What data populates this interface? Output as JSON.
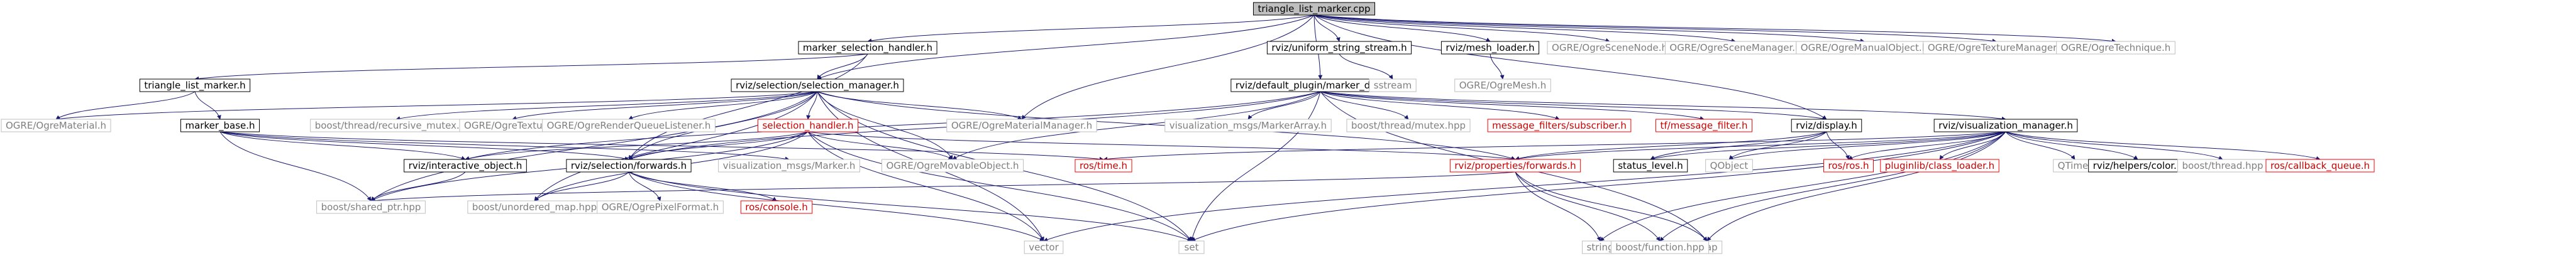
{
  "graph": {
    "colors": {
      "background": "#ffffff",
      "edge": "#191970",
      "text_default": "#000000",
      "text_gray": "#7f7f7f",
      "text_red": "#cc0000",
      "border_black": "#000000",
      "border_gray": "#bfbfbf",
      "border_red": "#ff0000",
      "root_fill": "#bfbfbf"
    },
    "nodes": [
      {
        "id": "root",
        "label": "triangle_list_marker.cpp",
        "style": "root"
      },
      {
        "id": "msh",
        "label": "marker_selection_handler.h",
        "style": "black"
      },
      {
        "id": "usstream",
        "label": "rviz/uniform_string_stream.h",
        "style": "black"
      },
      {
        "id": "meshloader",
        "label": "rviz/mesh_loader.h",
        "style": "black"
      },
      {
        "id": "scenenode",
        "label": "OGRE/OgreSceneNode.h",
        "style": "gray"
      },
      {
        "id": "scenemgr",
        "label": "OGRE/OgreSceneManager.h",
        "style": "gray"
      },
      {
        "id": "manualobj",
        "label": "OGRE/OgreManualObject.h",
        "style": "gray"
      },
      {
        "id": "texmgr",
        "label": "OGRE/OgreTextureManager.h",
        "style": "gray"
      },
      {
        "id": "technique",
        "label": "OGRE/OgreTechnique.h",
        "style": "gray"
      },
      {
        "id": "tlmh",
        "label": "triangle_list_marker.h",
        "style": "black"
      },
      {
        "id": "selmgr",
        "label": "rviz/selection/selection_manager.h",
        "style": "black"
      },
      {
        "id": "dmdisplay",
        "label": "rviz/default_plugin/marker_display.h",
        "style": "black"
      },
      {
        "id": "sstream",
        "label": "sstream",
        "style": "gray"
      },
      {
        "id": "ogremesh",
        "label": "OGRE/OgreMesh.h",
        "style": "gray"
      },
      {
        "id": "ogrematerial",
        "label": "OGRE/OgreMaterial.h",
        "style": "gray"
      },
      {
        "id": "markerbase",
        "label": "marker_base.h",
        "style": "black"
      },
      {
        "id": "recmutex",
        "label": "boost/thread/recursive_mutex.hpp",
        "style": "gray"
      },
      {
        "id": "ogretexture",
        "label": "OGRE/OgreTexture.h",
        "style": "gray"
      },
      {
        "id": "renderq",
        "label": "OGRE/OgreRenderQueueListener.h",
        "style": "gray"
      },
      {
        "id": "selhandler",
        "label": "selection_handler.h",
        "style": "red"
      },
      {
        "id": "matmgr",
        "label": "OGRE/OgreMaterialManager.h",
        "style": "gray"
      },
      {
        "id": "vmarkerarray",
        "label": "visualization_msgs/MarkerArray.h",
        "style": "gray"
      },
      {
        "id": "mutexhpp",
        "label": "boost/thread/mutex.hpp",
        "style": "gray"
      },
      {
        "id": "msgfilters",
        "label": "message_filters/subscriber.h",
        "style": "red"
      },
      {
        "id": "tfmsgfilter",
        "label": "tf/message_filter.h",
        "style": "red"
      },
      {
        "id": "rvizdisplay",
        "label": "rviz/display.h",
        "style": "black"
      },
      {
        "id": "vismgr",
        "label": "rviz/visualization_manager.h",
        "style": "black"
      },
      {
        "id": "interactive",
        "label": "rviz/interactive_object.h",
        "style": "black"
      },
      {
        "id": "forwards",
        "label": "rviz/selection/forwards.h",
        "style": "black"
      },
      {
        "id": "vmarker",
        "label": "visualization_msgs/Marker.h",
        "style": "gray"
      },
      {
        "id": "movable",
        "label": "OGRE/OgreMovableObject.h",
        "style": "gray"
      },
      {
        "id": "rostime",
        "label": "ros/time.h",
        "style": "red"
      },
      {
        "id": "propforwards",
        "label": "rviz/properties/forwards.h",
        "style": "red"
      },
      {
        "id": "statuslevel",
        "label": "status_level.h",
        "style": "black"
      },
      {
        "id": "qobject",
        "label": "QObject",
        "style": "gray"
      },
      {
        "id": "rosros",
        "label": "ros/ros.h",
        "style": "red"
      },
      {
        "id": "classloader",
        "label": "pluginlib/class_loader.h",
        "style": "red"
      },
      {
        "id": "qtimer",
        "label": "QTimer",
        "style": "gray"
      },
      {
        "id": "color",
        "label": "rviz/helpers/color.h",
        "style": "black"
      },
      {
        "id": "boostthread",
        "label": "boost/thread.hpp",
        "style": "gray"
      },
      {
        "id": "cbqueue",
        "label": "ros/callback_queue.h",
        "style": "red"
      },
      {
        "id": "sharedptr",
        "label": "boost/shared_ptr.hpp",
        "style": "gray"
      },
      {
        "id": "unorderedmap",
        "label": "boost/unordered_map.hpp",
        "style": "gray"
      },
      {
        "id": "pixelformat",
        "label": "OGRE/OgrePixelFormat.h",
        "style": "gray"
      },
      {
        "id": "rosconsole",
        "label": "ros/console.h",
        "style": "red"
      },
      {
        "id": "vector",
        "label": "vector",
        "style": "gray"
      },
      {
        "id": "set",
        "label": "set",
        "style": "gray"
      },
      {
        "id": "map",
        "label": "map",
        "style": "gray"
      },
      {
        "id": "string",
        "label": "string",
        "style": "gray"
      },
      {
        "id": "boostfunction",
        "label": "boost/function.hpp",
        "style": "gray"
      }
    ],
    "edges": [
      [
        "root",
        "msh"
      ],
      [
        "root",
        "usstream"
      ],
      [
        "root",
        "meshloader"
      ],
      [
        "root",
        "scenenode"
      ],
      [
        "root",
        "scenemgr"
      ],
      [
        "root",
        "manualobj"
      ],
      [
        "root",
        "texmgr"
      ],
      [
        "root",
        "technique"
      ],
      [
        "root",
        "dmdisplay"
      ],
      [
        "root",
        "matmgr"
      ],
      [
        "root",
        "rvizdisplay"
      ],
      [
        "root",
        "selmgr"
      ],
      [
        "msh",
        "tlmh"
      ],
      [
        "msh",
        "selmgr"
      ],
      [
        "msh",
        "forwards"
      ],
      [
        "usstream",
        "sstream"
      ],
      [
        "meshloader",
        "ogremesh"
      ],
      [
        "tlmh",
        "ogrematerial"
      ],
      [
        "tlmh",
        "markerbase"
      ],
      [
        "markerbase",
        "interactive"
      ],
      [
        "markerbase",
        "forwards"
      ],
      [
        "markerbase",
        "sharedptr"
      ],
      [
        "markerbase",
        "vmarker"
      ],
      [
        "markerbase",
        "rostime"
      ],
      [
        "selmgr",
        "ogrematerial"
      ],
      [
        "selmgr",
        "recmutex"
      ],
      [
        "selmgr",
        "ogretexture"
      ],
      [
        "selmgr",
        "renderq"
      ],
      [
        "selmgr",
        "selhandler"
      ],
      [
        "selmgr",
        "matmgr"
      ],
      [
        "selmgr",
        "movable"
      ],
      [
        "selmgr",
        "forwards"
      ],
      [
        "selmgr",
        "propforwards"
      ],
      [
        "selmgr",
        "sharedptr"
      ],
      [
        "selmgr",
        "unorderedmap"
      ],
      [
        "selmgr",
        "vector"
      ],
      [
        "selmgr",
        "set"
      ],
      [
        "selhandler",
        "interactive"
      ],
      [
        "selhandler",
        "forwards"
      ],
      [
        "selhandler",
        "movable"
      ],
      [
        "selhandler",
        "sharedptr"
      ],
      [
        "selhandler",
        "unorderedmap"
      ],
      [
        "selhandler",
        "vector"
      ],
      [
        "selhandler",
        "set"
      ],
      [
        "selhandler",
        "propforwards"
      ],
      [
        "dmdisplay",
        "vmarkerarray"
      ],
      [
        "dmdisplay",
        "mutexhpp"
      ],
      [
        "dmdisplay",
        "msgfilters"
      ],
      [
        "dmdisplay",
        "tfmsgfilter"
      ],
      [
        "dmdisplay",
        "rvizdisplay"
      ],
      [
        "dmdisplay",
        "vismgr"
      ],
      [
        "dmdisplay",
        "interactive"
      ],
      [
        "dmdisplay",
        "forwards"
      ],
      [
        "dmdisplay",
        "movable"
      ],
      [
        "dmdisplay",
        "set"
      ],
      [
        "dmdisplay",
        "map"
      ],
      [
        "rvizdisplay",
        "propforwards"
      ],
      [
        "rvizdisplay",
        "statuslevel"
      ],
      [
        "rvizdisplay",
        "qobject"
      ],
      [
        "rvizdisplay",
        "rosros"
      ],
      [
        "vismgr",
        "propforwards"
      ],
      [
        "vismgr",
        "statuslevel"
      ],
      [
        "vismgr",
        "qobject"
      ],
      [
        "vismgr",
        "rosros"
      ],
      [
        "vismgr",
        "classloader"
      ],
      [
        "vismgr",
        "qtimer"
      ],
      [
        "vismgr",
        "color"
      ],
      [
        "vismgr",
        "boostthread"
      ],
      [
        "vismgr",
        "cbqueue"
      ],
      [
        "vismgr",
        "rostime"
      ],
      [
        "vismgr",
        "vector"
      ],
      [
        "vismgr",
        "set"
      ],
      [
        "vismgr",
        "map"
      ],
      [
        "vismgr",
        "string"
      ],
      [
        "vismgr",
        "boostfunction"
      ],
      [
        "interactive",
        "sharedptr"
      ],
      [
        "forwards",
        "pixelformat"
      ],
      [
        "forwards",
        "rosconsole"
      ],
      [
        "forwards",
        "vector"
      ],
      [
        "forwards",
        "set"
      ],
      [
        "forwards",
        "unorderedmap"
      ],
      [
        "propforwards",
        "sharedptr"
      ],
      [
        "propforwards",
        "string"
      ],
      [
        "propforwards",
        "boostfunction"
      ],
      [
        "propforwards",
        "map"
      ]
    ]
  }
}
